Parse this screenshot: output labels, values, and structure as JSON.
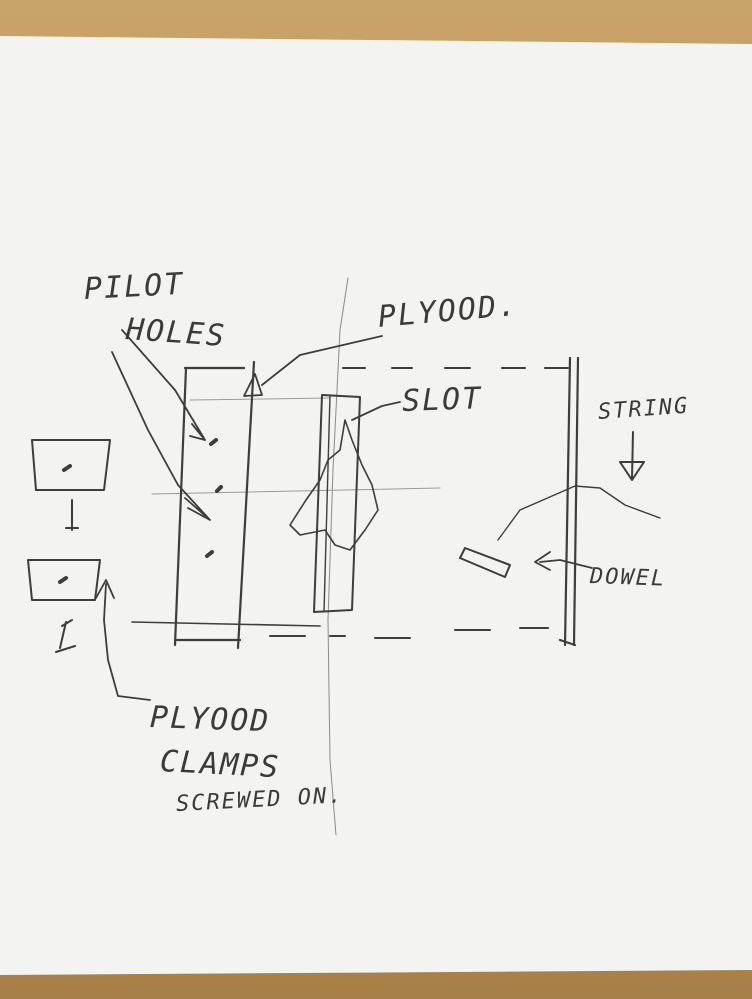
{
  "labels": {
    "pilot": "PILOT",
    "holes": "HOLES",
    "plywood_top": "PLYOOD.",
    "slot": "SLOT",
    "string": "STRING",
    "dowel": "DOWEL",
    "plywood_bottom": "PLYOOD",
    "clamps": "CLAMPS",
    "screwed_on": "SCREWED ON."
  },
  "colors": {
    "paper": "#f2f2f0",
    "pencil": "#3a3a3a",
    "desk": "#b88e55"
  }
}
